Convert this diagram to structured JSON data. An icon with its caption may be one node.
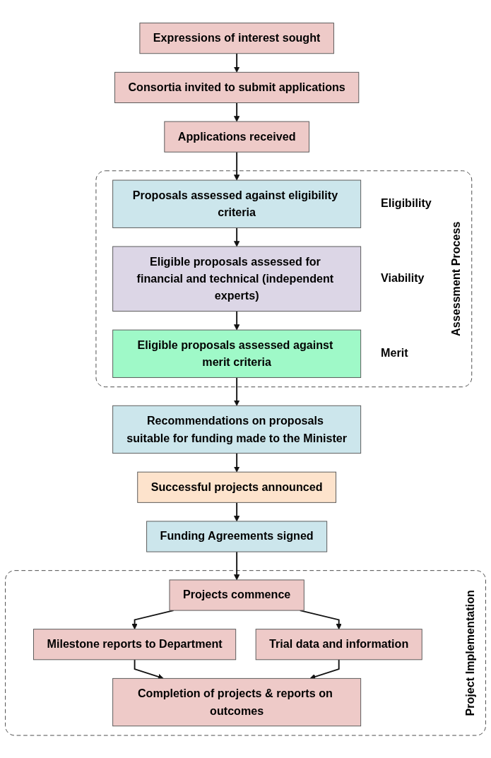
{
  "diagram": {
    "nodes": [
      {
        "text": [
          "Expressions of interest sought"
        ]
      },
      {
        "text": [
          "Consortia invited to submit applications"
        ]
      },
      {
        "text": [
          "Applications received"
        ]
      },
      {
        "text": [
          "Assessment Process"
        ]
      },
      {
        "text": [
          "Proposals assessed against eligibility criteria"
        ],
        "in": 3,
        "beside": [
          "Eligibility"
        ]
      },
      {
        "text": [
          "Eligible proposals assessed for financial and technical (independent experts)"
        ],
        "in": 3,
        "beside": [
          "Viability"
        ]
      },
      {
        "text": [
          "Eligible proposals assessed against merit criteria"
        ],
        "in": 3,
        "beside": [
          "Merit"
        ]
      },
      {
        "text": [
          "Recommendations on proposals suitable for funding made to the Minister"
        ]
      },
      {
        "text": [
          "Successful projects announced"
        ]
      },
      {
        "text": [
          "Funding Agreements signed"
        ]
      },
      {
        "text": [
          "Project Implementation"
        ]
      },
      {
        "text": [
          "Projects commence"
        ],
        "in": 10
      },
      {
        "text": [
          "Milestone reports to Department"
        ],
        "in": 10
      },
      {
        "text": [
          "Trial data and information"
        ],
        "in": 10
      },
      {
        "text": [
          "Completion of projects & reports on outcomes"
        ],
        "in": 10
      }
    ],
    "edges": [
      {
        "from": 0,
        "to": 1,
        "arrow": "to"
      },
      {
        "from": 1,
        "to": 2,
        "arrow": "to"
      },
      {
        "from": 2,
        "to": 4,
        "arrow": "to"
      },
      {
        "from": 4,
        "to": 5,
        "arrow": "to"
      },
      {
        "from": 5,
        "to": 6,
        "arrow": "to"
      },
      {
        "from": 6,
        "to": 7,
        "arrow": "to"
      },
      {
        "from": 7,
        "to": 8,
        "arrow": "to"
      },
      {
        "from": 8,
        "to": 9,
        "arrow": "to"
      },
      {
        "from": 9,
        "to": 11,
        "arrow": "to"
      },
      {
        "from": 11,
        "to": 12,
        "arrow": "to"
      },
      {
        "from": 11,
        "to": 13,
        "arrow": "to"
      },
      {
        "from": 12,
        "to": 14,
        "arrow": "to"
      },
      {
        "from": 13,
        "to": 14,
        "arrow": "to"
      }
    ]
  }
}
